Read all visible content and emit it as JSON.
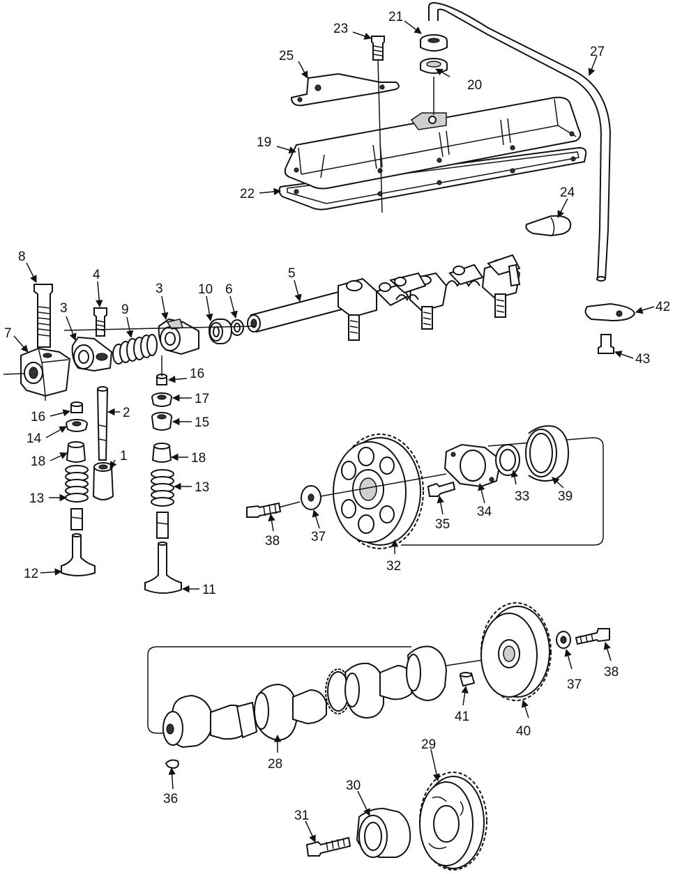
{
  "callouts": [
    {
      "id": "c1",
      "text": "1"
    },
    {
      "id": "c2",
      "text": "2"
    },
    {
      "id": "c3a",
      "text": "3"
    },
    {
      "id": "c3b",
      "text": "3"
    },
    {
      "id": "c4",
      "text": "4"
    },
    {
      "id": "c5",
      "text": "5"
    },
    {
      "id": "c6",
      "text": "6"
    },
    {
      "id": "c7",
      "text": "7"
    },
    {
      "id": "c8",
      "text": "8"
    },
    {
      "id": "c9",
      "text": "9"
    },
    {
      "id": "c10",
      "text": "10"
    },
    {
      "id": "c11",
      "text": "11"
    },
    {
      "id": "c12",
      "text": "12"
    },
    {
      "id": "c13a",
      "text": "13"
    },
    {
      "id": "c13b",
      "text": "13"
    },
    {
      "id": "c14",
      "text": "14"
    },
    {
      "id": "c15",
      "text": "15"
    },
    {
      "id": "c16a",
      "text": "16"
    },
    {
      "id": "c16b",
      "text": "16"
    },
    {
      "id": "c17",
      "text": "17"
    },
    {
      "id": "c18a",
      "text": "18"
    },
    {
      "id": "c18b",
      "text": "18"
    },
    {
      "id": "c19",
      "text": "19"
    },
    {
      "id": "c20",
      "text": "20"
    },
    {
      "id": "c21",
      "text": "21"
    },
    {
      "id": "c22",
      "text": "22"
    },
    {
      "id": "c23",
      "text": "23"
    },
    {
      "id": "c24",
      "text": "24"
    },
    {
      "id": "c25",
      "text": "25"
    },
    {
      "id": "c27",
      "text": "27"
    },
    {
      "id": "c28",
      "text": "28"
    },
    {
      "id": "c29",
      "text": "29"
    },
    {
      "id": "c30",
      "text": "30"
    },
    {
      "id": "c31",
      "text": "31"
    },
    {
      "id": "c32",
      "text": "32"
    },
    {
      "id": "c33",
      "text": "33"
    },
    {
      "id": "c34",
      "text": "34"
    },
    {
      "id": "c35",
      "text": "35"
    },
    {
      "id": "c36",
      "text": "36"
    },
    {
      "id": "c37a",
      "text": "37"
    },
    {
      "id": "c37b",
      "text": "37"
    },
    {
      "id": "c38a",
      "text": "38"
    },
    {
      "id": "c38b",
      "text": "38"
    },
    {
      "id": "c39",
      "text": "39"
    },
    {
      "id": "c40",
      "text": "40"
    },
    {
      "id": "c41",
      "text": "41"
    },
    {
      "id": "c42",
      "text": "42"
    },
    {
      "id": "c43",
      "text": "43"
    }
  ]
}
